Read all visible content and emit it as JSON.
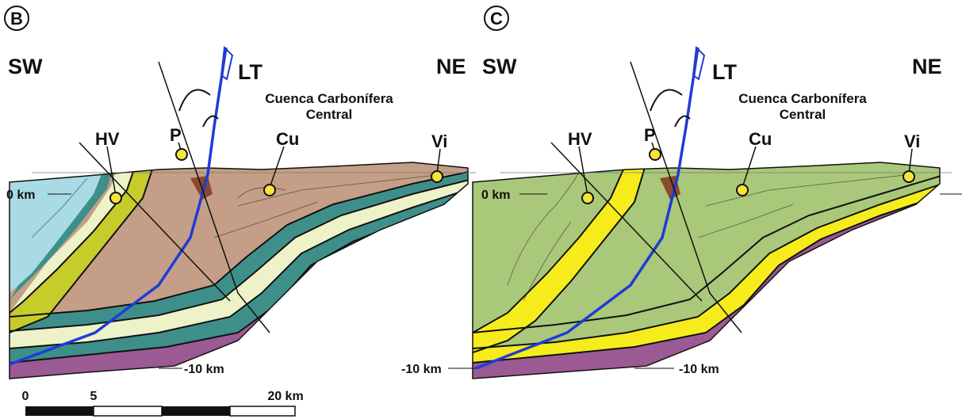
{
  "panels": [
    {
      "id": "B",
      "direction_left": "SW",
      "direction_right": "NE",
      "fault_label": "LT",
      "basin_line1": "Cuenca Carbonífera",
      "basin_line2": "Central",
      "stations": [
        "HV",
        "P",
        "Cu",
        "Vi"
      ],
      "depth_top": "0 km",
      "depth_bottom": "-10 km"
    },
    {
      "id": "C",
      "direction_left": "SW",
      "direction_right": "NE",
      "fault_label": "LT",
      "basin_line1": "Cuenca Carbonífera",
      "basin_line2": "Central",
      "stations": [
        "HV",
        "P",
        "Cu",
        "Vi"
      ],
      "depth_top": "0 km",
      "depth_left": "-10 km",
      "depth_bottom": "-10 km"
    }
  ],
  "scale_bar": {
    "labels": [
      "0",
      "5",
      "20 km"
    ]
  },
  "colors": {
    "basement": "#9b5a93",
    "panel_b_fill": "#c49e86",
    "panel_b_core": "#a8dbe4",
    "panel_b_teal": "#3e8f8a",
    "panel_b_cream": "#eef2c8",
    "panel_b_olive": "#c6cc2a",
    "panel_c_fill": "#a9c879",
    "panel_c_yellow": "#f6ec1c",
    "brown_wedge": "#8a4a2c",
    "fault": "#1e3cd8",
    "station": "#f5e43a"
  }
}
